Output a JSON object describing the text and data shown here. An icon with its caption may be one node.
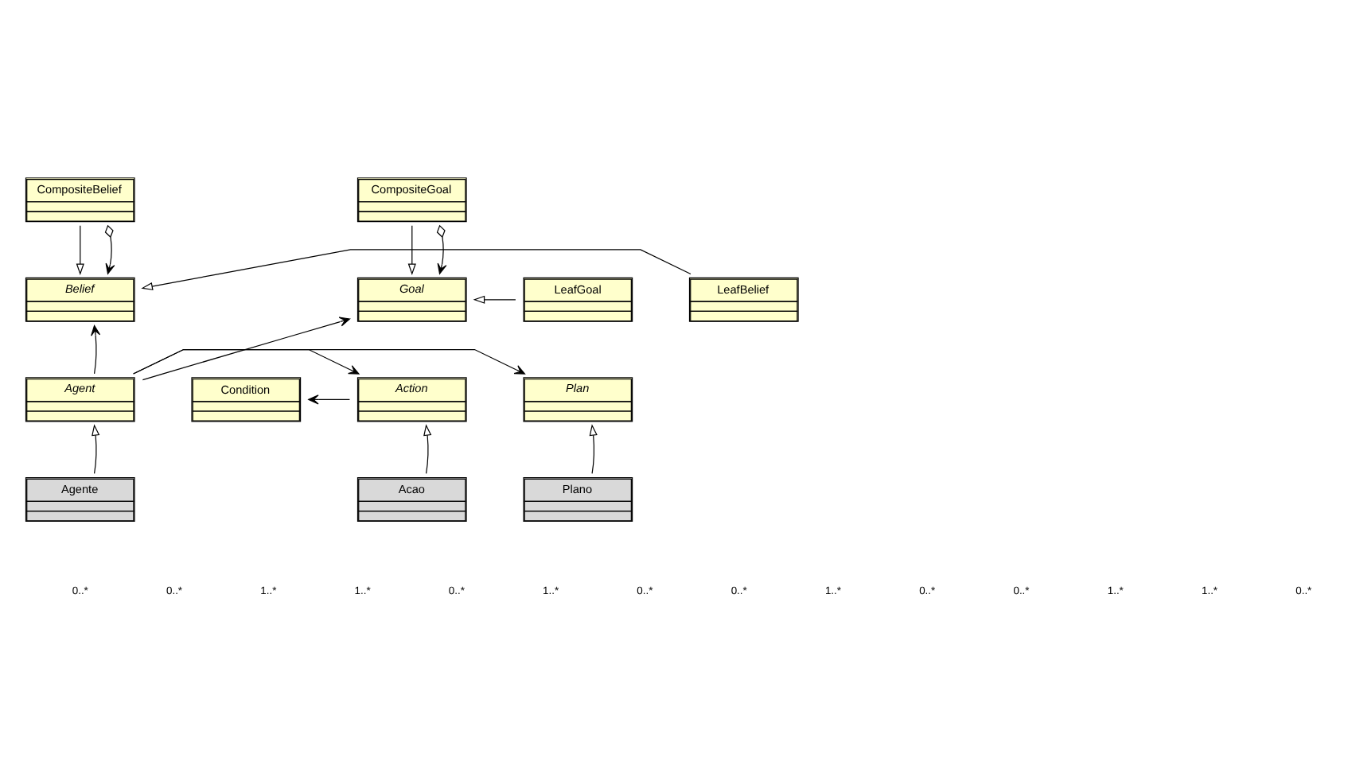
{
  "diagram": {
    "nodes": [
      {
        "text": [
          "CompositeBelief"
        ]
      },
      {
        "text": [
          "CompositeGoal"
        ]
      },
      {
        "text": [
          "LeafBelief"
        ]
      },
      {
        "text": [
          "Belief"
        ]
      },
      {
        "text": [
          "Goal"
        ]
      },
      {
        "text": [
          "LeafGoal"
        ]
      },
      {
        "text": [
          "Plan"
        ]
      },
      {
        "text": [
          "Agent"
        ]
      },
      {
        "text": [
          "Action"
        ]
      },
      {
        "text": [
          "Condition"
        ]
      },
      {
        "text": [
          "Plano"
        ]
      },
      {
        "text": [
          "Agente"
        ]
      },
      {
        "text": [
          "Acao"
        ]
      }
    ],
    "edges": [
      {
        "from": 0,
        "to": 3,
        "arrow": "to"
      },
      {
        "from": 0,
        "to": 3,
        "arrow": "to"
      },
      {
        "from": 1,
        "to": 4,
        "arrow": "to"
      },
      {
        "from": 1,
        "to": 4,
        "arrow": "to"
      },
      {
        "from": 2,
        "to": 3,
        "arrow": "to"
      },
      {
        "from": 5,
        "to": 4,
        "arrow": "to"
      },
      {
        "from": 7,
        "to": 3,
        "arrow": "to"
      },
      {
        "from": 7,
        "to": 4,
        "arrow": "to"
      },
      {
        "from": 7,
        "to": 6,
        "arrow": "to"
      },
      {
        "from": 7,
        "to": 8,
        "arrow": "to"
      },
      {
        "from": 8,
        "to": 9,
        "arrow": "to"
      },
      {
        "from": 10,
        "to": 6,
        "arrow": "to"
      },
      {
        "from": 11,
        "to": 7,
        "arrow": "to"
      },
      {
        "from": 12,
        "to": 8,
        "arrow": "to"
      }
    ],
    "labels": [
      "0..*",
      "0..*",
      "1..*",
      "1..*",
      "0..*",
      "1..*",
      "0..*",
      "0..*",
      "1..*",
      "0..*",
      "0..*",
      "1..*",
      "1..*",
      "0..*"
    ]
  }
}
